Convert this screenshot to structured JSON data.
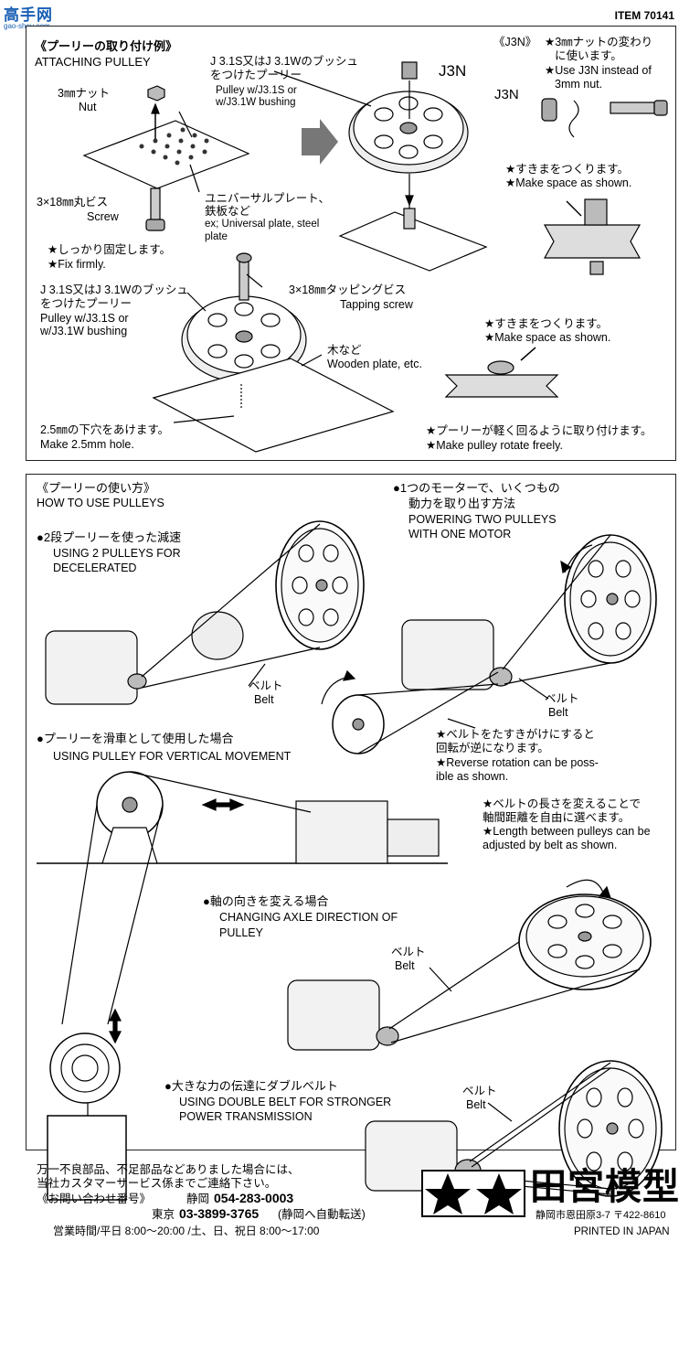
{
  "header": {
    "watermark_cn": "高手网",
    "watermark_url": "gao-shou.com",
    "item": "ITEM 70141"
  },
  "attach": {
    "title_jp": "《プーリーの取り付け例》",
    "title_en": "ATTACHING PULLEY",
    "nut_jp": "3㎜ナット",
    "nut_en": "Nut",
    "pulley_bush_jp1": "J 3.1S又はJ 3.1Wのブッシュ",
    "pulley_bush_jp2": "をつけたプーリー",
    "pulley_bush_en1": "Pulley w/J3.1S or",
    "pulley_bush_en2": "w/J3.1W bushing",
    "j3n_label": "J3N",
    "j3n_title": "《J3N》",
    "j3n_jp1": "★3㎜ナットの変わり",
    "j3n_jp2": "に使います。",
    "j3n_en1": "★Use J3N instead of",
    "j3n_en2": "3mm nut.",
    "j3n_label2": "J3N",
    "screw_jp": "3×18㎜丸ビス",
    "screw_en": "Screw",
    "plate_jp1": "ユニバーサルプレート、",
    "plate_jp2": "鉄板など",
    "plate_en1": "ex; Universal plate, steel",
    "plate_en2": "plate",
    "space1_jp": "★すきまをつくります。",
    "space1_en": "★Make space as shown.",
    "fix_jp": "★しっかり固定します。",
    "fix_en": "★Fix firmly.",
    "pulley2_jp1": "J 3.1S又はJ 3.1Wのブッシュ",
    "pulley2_jp2": "をつけたプーリー",
    "pulley2_en1": "Pulley w/J3.1S or",
    "pulley2_en2": "w/J3.1W bushing",
    "tap_jp": "3×18㎜タッピングビス",
    "tap_en": "Tapping screw",
    "space2_jp": "★すきまをつくります。",
    "space2_en": "★Make space as shown.",
    "wood_jp": "木など",
    "wood_en": "Wooden plate, etc.",
    "hole_jp": "2.5㎜の下穴をあけます。",
    "hole_en": "Make 2.5mm hole.",
    "rotate_jp": "★プーリーが軽く回るように取り付けます。",
    "rotate_en": "★Make pulley rotate freely."
  },
  "use": {
    "title_jp": "《プーリーの使い方》",
    "title_en": "HOW TO USE PULLEYS",
    "two_jp": "●2段プーリーを使った減速",
    "two_en1": "USING 2 PULLEYS FOR",
    "two_en2": "DECELERATED",
    "belt1_jp": "ベルト",
    "belt1_en": "Belt",
    "power_jp1": "●1つのモーターで、いくつもの",
    "power_jp2": "動力を取り出す方法",
    "power_en1": "POWERING TWO PULLEYS",
    "power_en2": "WITH ONE MOTOR",
    "belt2_jp": "ベルト",
    "belt2_en": "Belt",
    "reverse_jp1": "★ベルトをたすきがけにすると",
    "reverse_jp2": "回転が逆になります。",
    "reverse_en1": "★Reverse rotation can be poss-",
    "reverse_en2": "ible as shown.",
    "vert_jp": "●プーリーを滑車として使用した場合",
    "vert_en": "USING PULLEY FOR VERTICAL MOVEMENT",
    "length_jp1": "★ベルトの長さを変えることで",
    "length_jp2": "軸間距離を自由に選べます。",
    "length_en1": "★Length between pulleys can be",
    "length_en2": "adjusted by belt as shown.",
    "axle_jp": "●軸の向きを変える場合",
    "axle_en1": "CHANGING AXLE DIRECTION OF",
    "axle_en2": "PULLEY",
    "belt3_jp": "ベルト",
    "belt3_en": "Belt",
    "double_jp": "●大きな力の伝達にダブルベルト",
    "double_en1": "USING DOUBLE BELT FOR STRONGER",
    "double_en2": "POWER TRANSMISSION",
    "belt4_jp": "ベルト",
    "belt4_en": "Belt"
  },
  "footer": {
    "line1": "万一不良部品、不足部品などありました場合には、",
    "line2": "当社カスタマーサービス係までご連絡下さい。",
    "inquiry_label": "《お問い合わせ番号》",
    "shizuoka_city": "静岡",
    "shizuoka_tel": "054-283-0003",
    "tokyo_city": "東京",
    "tokyo_tel": "03-3899-3765",
    "tokyo_note": "(静岡へ自動転送)",
    "hours": "営業時間/平日 8:00〜20:00 /土、日、祝日 8:00〜17:00",
    "brand": "田宮模型",
    "address": "静岡市恩田原3-7 〒422-8610",
    "printed": "PRINTED IN JAPAN"
  }
}
